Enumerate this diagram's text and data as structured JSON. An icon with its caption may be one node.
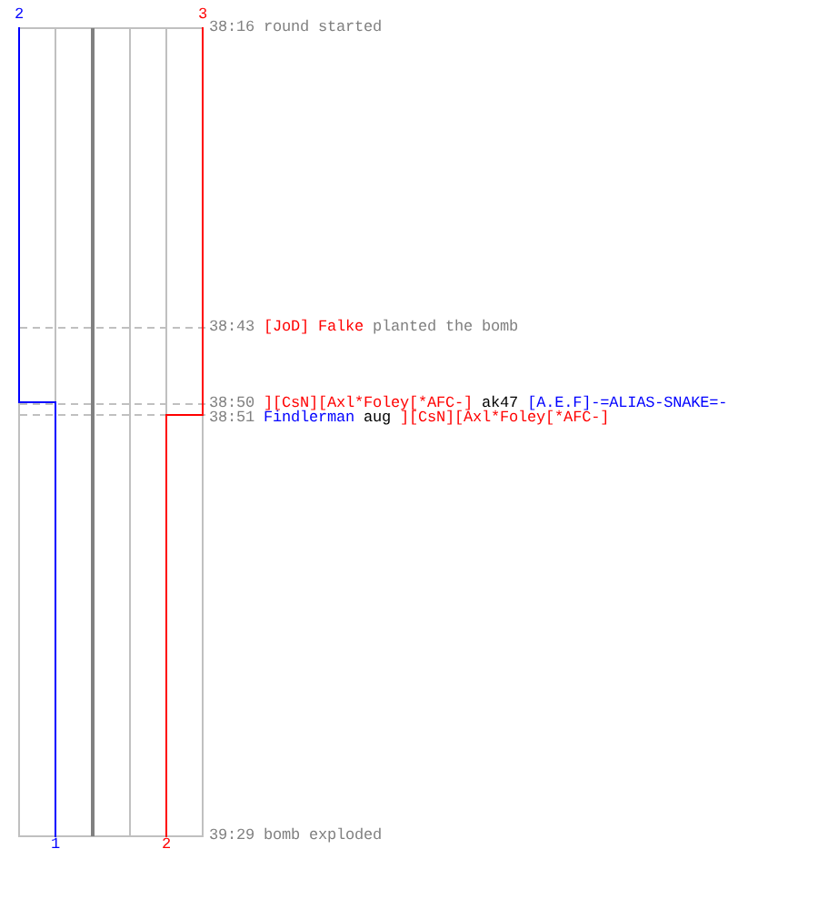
{
  "diagram": {
    "labels": [
      "2",
      "3",
      "38:16",
      "round started",
      "38:43",
      "[JoD] Falke",
      "planted the bomb",
      "38:50",
      "][CsN][Axl*Foley[*AFC-]",
      "ak47",
      "[A.E.F]-=ALIAS-SNAKE=-",
      "38:51",
      "Findlerman",
      "aug",
      "][CsN][Axl*Foley[*AFC-]",
      "1",
      "2",
      "39:29",
      "bomb exploded"
    ]
  }
}
